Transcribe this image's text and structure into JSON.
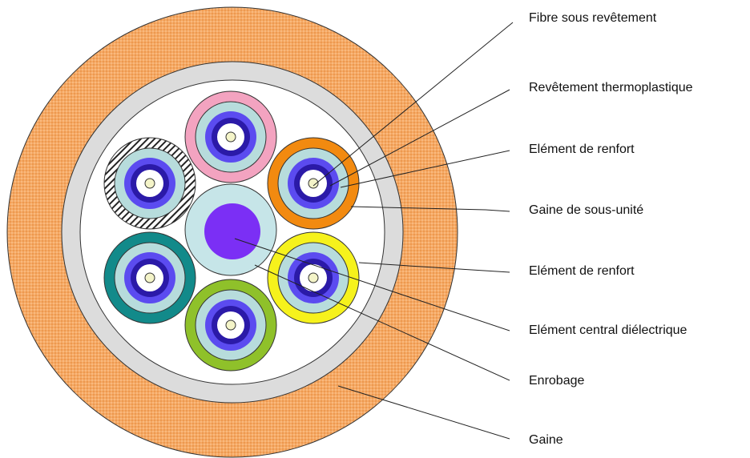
{
  "diagram": {
    "labels": [
      "Fibre sous revêtement",
      "Revêtement thermoplastique",
      "Elément de renfort",
      "Gaine de sous-unité",
      "Elément de renfort",
      "Elément central diélectrique",
      "Enrobage",
      "Gaine"
    ],
    "colors": {
      "outer_sheath": "#f5a964",
      "outer_sheath_dots": "#e07f30",
      "inner_ring": "#dcdcdc",
      "filling": "#ffffff",
      "central_element": "#c6e5e8",
      "central_core": "#7b2ff5",
      "unit_pink": "#f3a3c0",
      "unit_orange": "#f28a10",
      "unit_yellow": "#f6f21c",
      "unit_green": "#8fc12a",
      "unit_teal": "#128a8a",
      "unit_hatched": "#ffffff",
      "buffer": "#b7dcdc",
      "tube_blue": "#5b4bf0",
      "tube_purple": "#2b1aa8",
      "fiber_core": "#f4f4c8"
    }
  }
}
